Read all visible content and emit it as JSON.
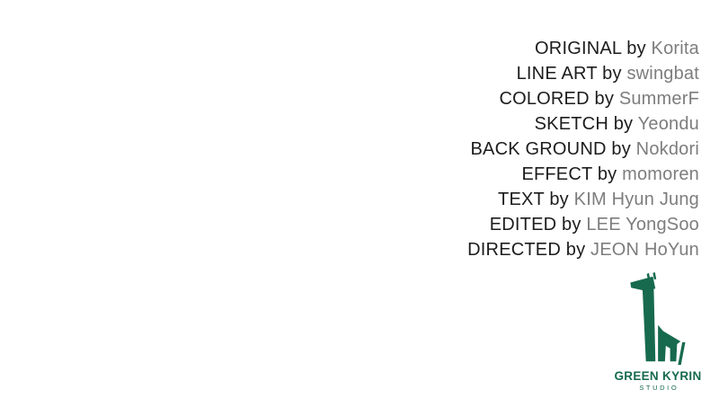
{
  "page": {
    "background_color": "#ffffff",
    "type": "credits-endcard"
  },
  "credits": {
    "connector": "by",
    "role_color": "#1c1c1c",
    "name_color": "#7d7d7d",
    "items": [
      {
        "role": "ORIGINAL",
        "name": "Korita"
      },
      {
        "role": "LINE ART",
        "name": "swingbat"
      },
      {
        "role": "COLORED",
        "name": "SummerF"
      },
      {
        "role": "SKETCH",
        "name": "Yeondu"
      },
      {
        "role": "BACK GROUND",
        "name": "Nokdori"
      },
      {
        "role": "EFFECT",
        "name": "momoren"
      },
      {
        "role": "TEXT",
        "name": "KIM Hyun Jung"
      },
      {
        "role": "EDITED",
        "name": "LEE YongSoo"
      },
      {
        "role": "DIRECTED",
        "name": "JEON HoYun"
      }
    ]
  },
  "logo": {
    "icon": "giraffe-kyrin-icon",
    "color": "#176a4e",
    "studio_name": "GREEN KYRIN",
    "studio_sub": "STUDIO"
  }
}
